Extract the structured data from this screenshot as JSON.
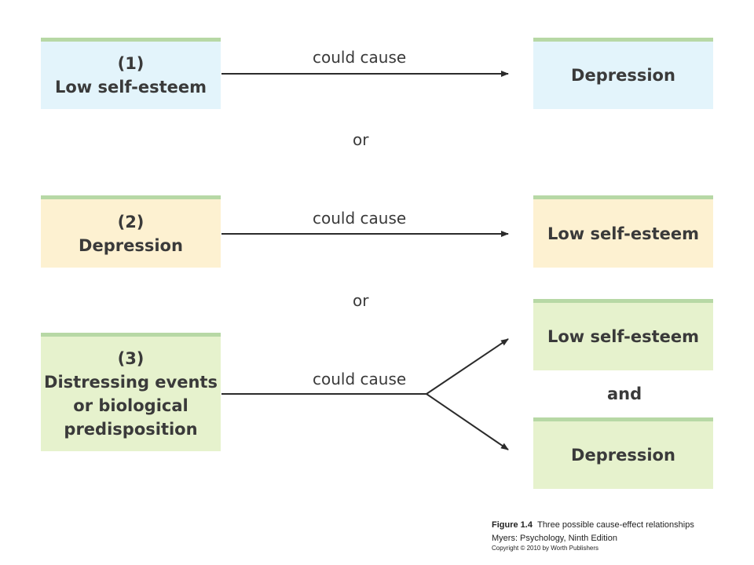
{
  "relationships": [
    {
      "cause_number": "(1)",
      "cause_text": "Low self-esteem",
      "verb": "could cause",
      "effect": "Depression"
    },
    {
      "cause_number": "(2)",
      "cause_text": "Depression",
      "verb": "could cause",
      "effect": "Low self-esteem"
    },
    {
      "cause_number": "(3)",
      "cause_lines": [
        "Distressing events",
        "or biological",
        "predisposition"
      ],
      "verb": "could cause",
      "effect_top": "Low self-esteem",
      "conjunction": "and",
      "effect_bottom": "Depression"
    }
  ],
  "separator": "or",
  "caption": {
    "figure_label": "Figure 1.4",
    "figure_title": "Three possible cause-effect relationships",
    "book": "Myers: Psychology, Ninth Edition",
    "copyright": "Copyright © 2010 by Worth Publishers"
  },
  "colors": {
    "box_top_stripe": "#b7d8a5",
    "row1_fill": "#e3f4fb",
    "row2_fill": "#fdf1d1",
    "row3_fill": "#e6f2cd",
    "text": "#3a3a3a",
    "arrow": "#2b2b2b"
  }
}
